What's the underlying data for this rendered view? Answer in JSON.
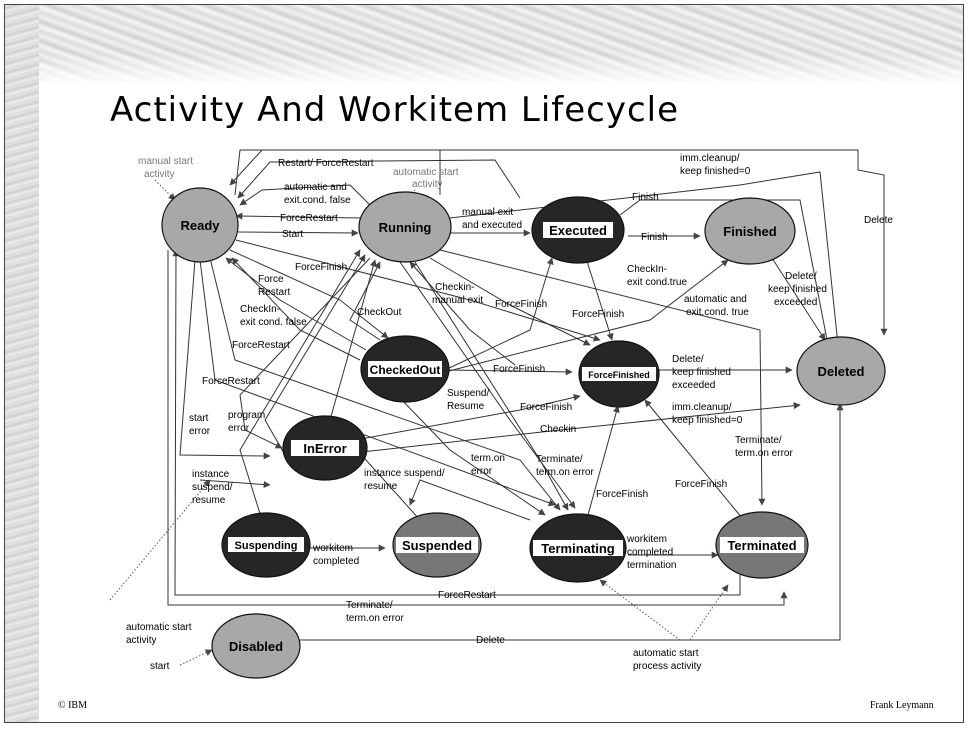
{
  "title": "Activity And Workitem Lifecycle",
  "footer": {
    "left": "© IBM",
    "right": "Frank Leymann"
  },
  "colors": {
    "light_state": "#a8a8a8",
    "dark_state": "#262626",
    "mid_state": "#777777",
    "edge": "#333333"
  },
  "states": {
    "ready": "Ready",
    "running": "Running",
    "executed": "Executed",
    "finished": "Finished",
    "deleted": "Deleted",
    "checkedout": "CheckedOut",
    "forcefinished": "ForceFinished",
    "inerror": "InError",
    "suspending": "Suspending",
    "suspended": "Suspended",
    "terminating": "Terminating",
    "terminated": "Terminated",
    "disabled": "Disabled"
  },
  "edge_labels": {
    "manual_start_1": "manual start",
    "manual_start_2": "activity",
    "restart_forcerestart": "Restart/ ForceRestart",
    "auto_start_1": "automatic start",
    "auto_start_2": "activity",
    "imm_cleanup_top_1": "imm.cleanup/",
    "imm_cleanup_top_2": "keep finished=0",
    "delete_right": "Delete",
    "auto_exit_false_1": "automatic and",
    "auto_exit_false_2": "exit.cond. false",
    "finish_top": "Finish",
    "forcerestart_1": "ForceRestart",
    "manual_exit_1": "manual exit",
    "manual_exit_2": "and executed",
    "start": "Start",
    "finish_mid": "Finish",
    "forcefinish_ready": "ForceFinish",
    "force_restart_1": "Force",
    "force_restart_2": "Restart",
    "checkin_manual_1": "Checkin-",
    "checkin_manual_2": "manual exit",
    "checkin_exit_true_1": "CheckIn-",
    "checkin_exit_true_2": "exit cond.true",
    "checkin_exit_false_1": "CheckIn-",
    "checkin_exit_false_2": "exit cond. false",
    "checkout": "CheckOut",
    "forcefinish_running": "ForceFinish",
    "delete_keep_finished_1": "Delete/",
    "delete_keep_finished_2": "keep finished",
    "delete_keep_finished_3": "exceeded",
    "auto_exit_true_1": "automatic and",
    "auto_exit_true_2": "exit.cond. true",
    "forcefinish_executed": "ForceFinish",
    "forcerestart_2": "ForceRestart",
    "forcefinish_checkedout": "ForceFinish",
    "delete_keep_ff_1": "Delete/",
    "delete_keep_ff_2": "keep finished",
    "delete_keep_ff_3": "exceeded",
    "forcerestart_3": "ForceRestart",
    "suspend_resume_1": "Suspend/",
    "suspend_resume_2": "Resume",
    "program_error_1": "program",
    "program_error_2": "error",
    "start_error_1": "start",
    "start_error_2": "error",
    "forcefinish_inerror": "ForceFinish",
    "imm_cleanup_mid_1": "imm.cleanup/",
    "imm_cleanup_mid_2": "keep finished=0",
    "checkin": "Checkin",
    "terminate_ff_1": "Terminate/",
    "terminate_ff_2": "term.on error",
    "term_on_error_1": "term.on",
    "term_on_error_2": "error",
    "terminate_mid_1": "Terminate/",
    "terminate_mid_2": "term.on error",
    "instance_suspend_1": "instance suspend/",
    "instance_suspend_2": "resume",
    "instance_susp_left_1": "instance",
    "instance_susp_left_2": "suspend/",
    "instance_susp_left_3": "resume",
    "forcefinish_terminating": "ForceFinish",
    "forcefinish_terminated": "ForceFinish",
    "workitem_completed_1": "workitem",
    "workitem_completed_2": "completed",
    "workitem_term_1": "workitem",
    "workitem_term_2": "completed",
    "workitem_term_3": "termination",
    "forcerestart_bottom": "ForceRestart",
    "terminate_bottom_1": "Terminate/",
    "terminate_bottom_2": "term.on error",
    "auto_start_left_1": "automatic start",
    "auto_start_left_2": "activity",
    "delete_bottom": "Delete",
    "start_disabled": "start",
    "auto_start_process_1": "automatic start",
    "auto_start_process_2": "process activity"
  }
}
